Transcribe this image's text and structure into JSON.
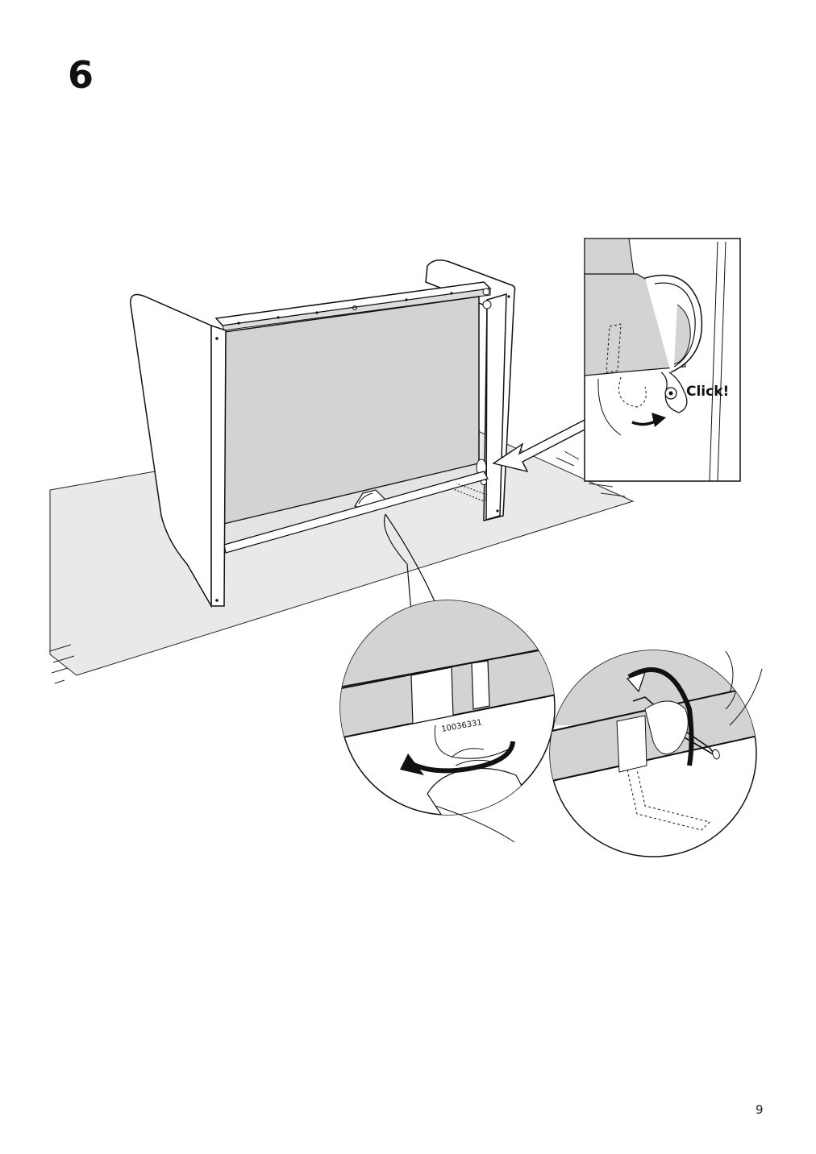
{
  "step": {
    "number": "6"
  },
  "page": {
    "number": "9"
  },
  "callouts": {
    "click_label": "Click!",
    "part_number": "10036331"
  },
  "colors": {
    "fabric_gray": "#d3d3d3",
    "floor_gray": "#e9e9e9",
    "line": "#111111"
  }
}
